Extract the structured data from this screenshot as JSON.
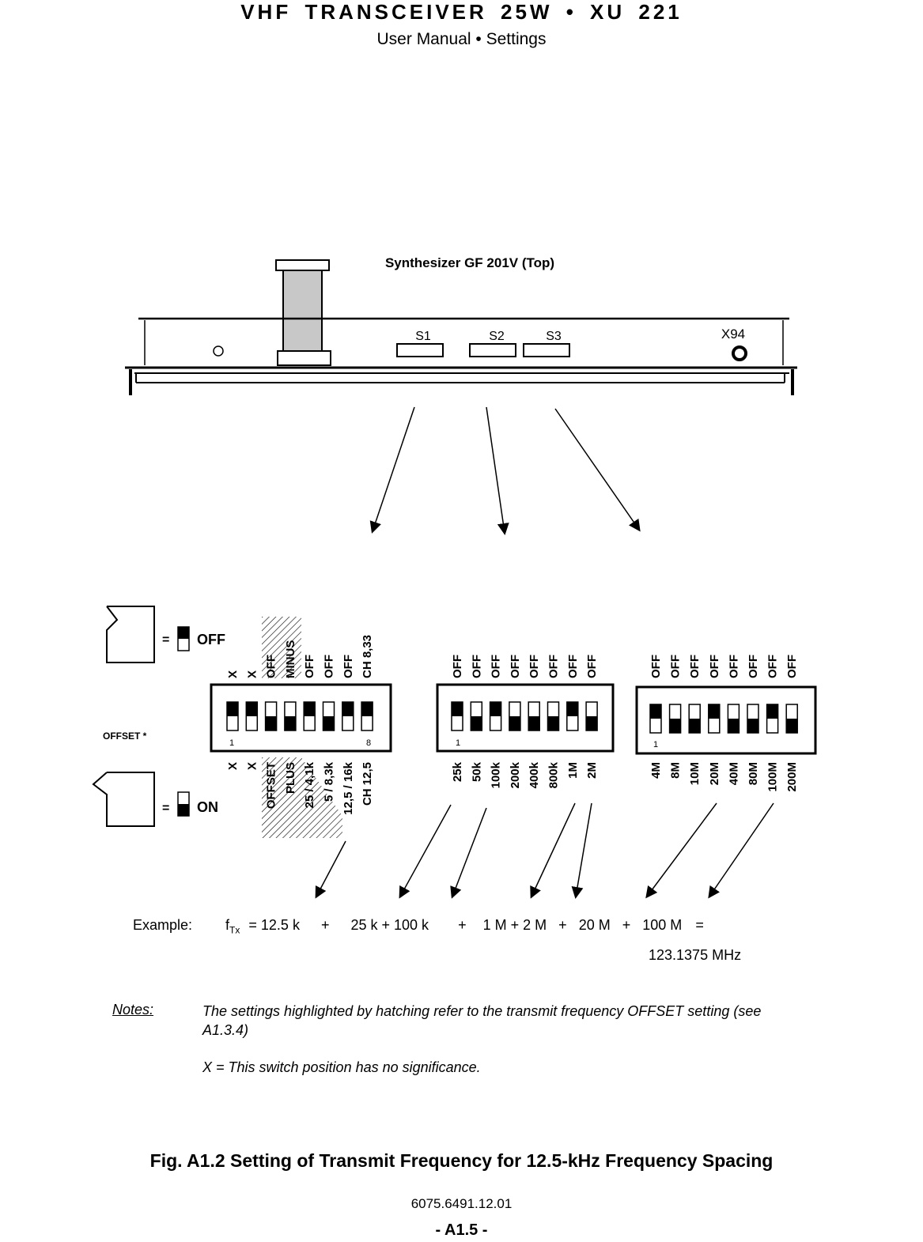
{
  "header": {
    "title": "VHF TRANSCEIVER 25W • XU 221",
    "subtitle": "User Manual • Settings"
  },
  "synthesizer": {
    "title": "Synthesizer GF 201V (Top)",
    "switch_labels": [
      "S1",
      "S2",
      "S3"
    ],
    "connector_label": "X94"
  },
  "legend": {
    "off_label": "OFF",
    "on_label": "ON",
    "offset_label": "OFFSET *",
    "eq": "="
  },
  "s1": {
    "top_labels": [
      "X",
      "X",
      "OFF",
      "MINUS",
      "OFF",
      "OFF",
      "OFF",
      "CH 8,33"
    ],
    "bottom_labels": [
      "X",
      "X",
      "OFFSET",
      "PLUS",
      "25 / 4,1k",
      "5 / 8,3k",
      "12,5 / 16k",
      "CH 12,5"
    ],
    "num_first": "1",
    "num_last": "8",
    "states": [
      "off",
      "off",
      "on",
      "on",
      "off",
      "on",
      "off",
      "off"
    ]
  },
  "s2": {
    "top_labels": [
      "OFF",
      "OFF",
      "OFF",
      "OFF",
      "OFF",
      "OFF",
      "OFF",
      "OFF"
    ],
    "bottom_labels": [
      "25k",
      "50k",
      "100k",
      "200k",
      "400k",
      "800k",
      "1M",
      "2M"
    ],
    "num_first": "1",
    "states": [
      "off",
      "on",
      "off",
      "on",
      "on",
      "on",
      "off",
      "on"
    ]
  },
  "s3": {
    "top_labels": [
      "OFF",
      "OFF",
      "OFF",
      "OFF",
      "OFF",
      "OFF",
      "OFF",
      "OFF"
    ],
    "bottom_labels": [
      "4M",
      "8M",
      "10M",
      "20M",
      "40M",
      "80M",
      "100M",
      "200M"
    ],
    "num_first": "1",
    "states": [
      "off",
      "on",
      "on",
      "off",
      "on",
      "on",
      "off",
      "on"
    ]
  },
  "example": {
    "label": "Example:",
    "formula": "f",
    "sub": "Tx",
    "terms": [
      "= 12.5 k",
      "+",
      "25 k + 100 k",
      "+",
      "1 M + 2 M",
      "+",
      "20 M",
      "+",
      "100 M",
      "="
    ],
    "result": "123.1375 MHz"
  },
  "notes": {
    "label": "Notes:",
    "note1": "The settings highlighted by hatching refer to the transmit frequency OFFSET setting (see A1.3.4)",
    "note2": "X  =  This switch position has no significance."
  },
  "figure_caption": "Fig. A1.2   Setting of Transmit Frequency for 12.5-kHz Frequency Spacing",
  "doc_number": "6075.6491.12.01",
  "page_number": "- A1.5 -"
}
